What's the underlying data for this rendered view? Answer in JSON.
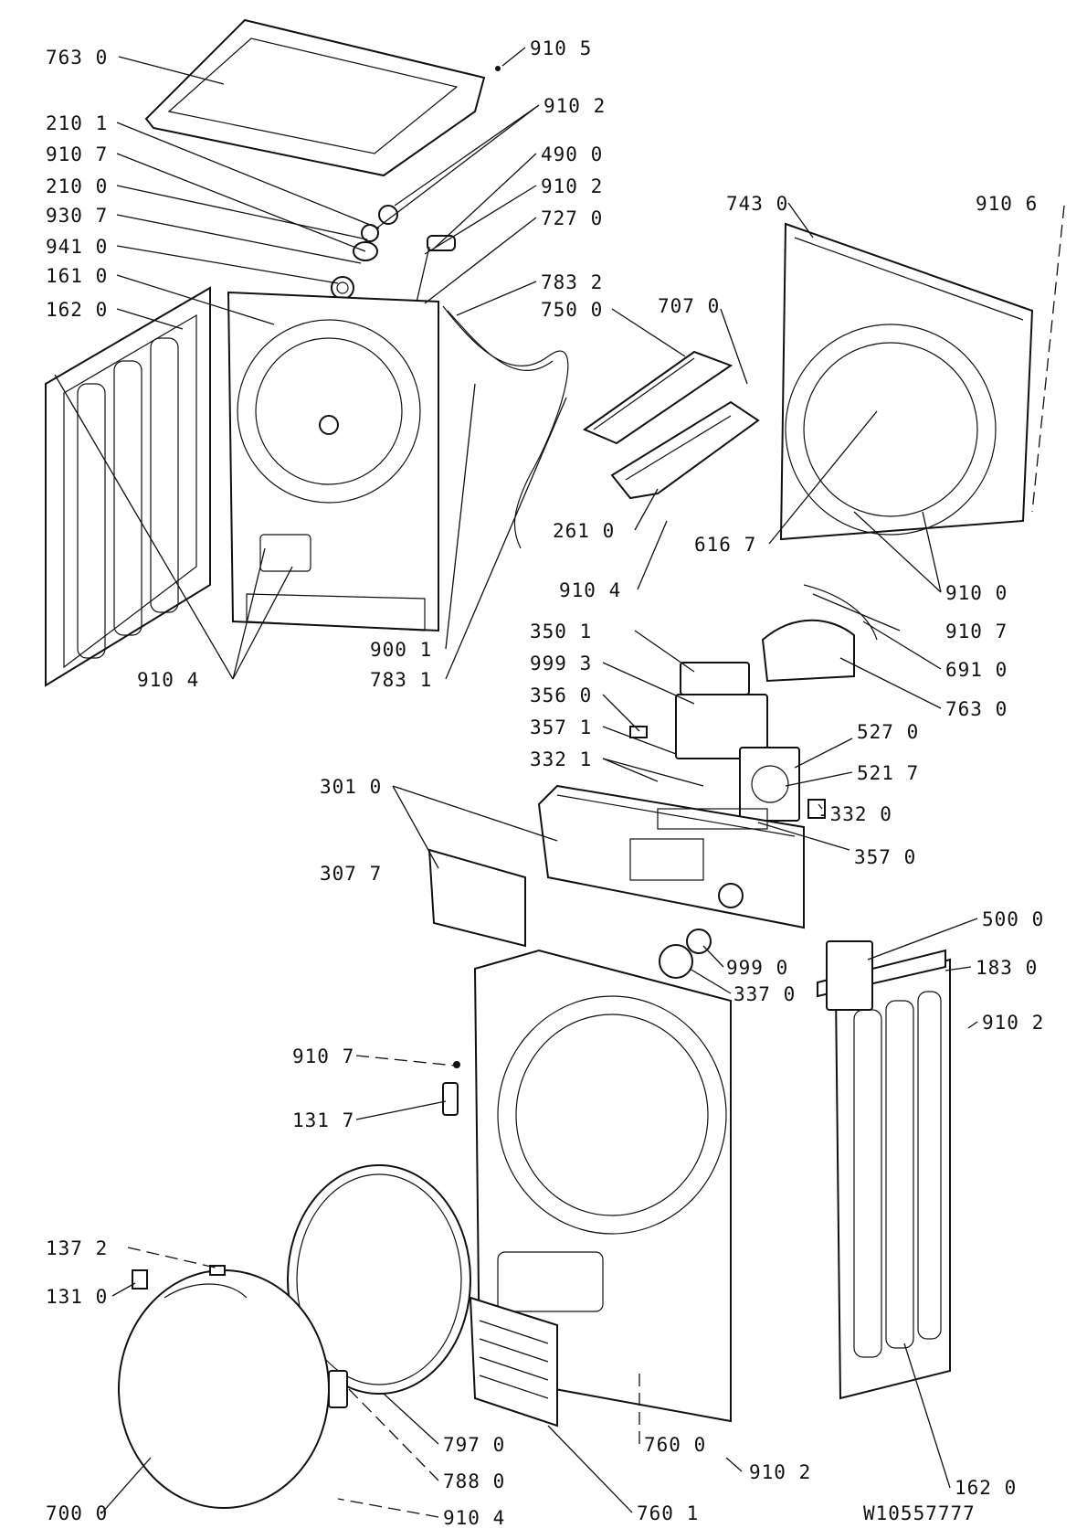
{
  "labels": [
    {
      "id": "l-763-0-top",
      "text": "763 0"
    },
    {
      "id": "l-910-5",
      "text": "910 5"
    },
    {
      "id": "l-910-2-a",
      "text": "910 2"
    },
    {
      "id": "l-210-1",
      "text": "210 1"
    },
    {
      "id": "l-910-7",
      "text": "910 7"
    },
    {
      "id": "l-210-0",
      "text": "210 0"
    },
    {
      "id": "l-930-7",
      "text": "930 7"
    },
    {
      "id": "l-941-0",
      "text": "941 0"
    },
    {
      "id": "l-161-0",
      "text": "161 0"
    },
    {
      "id": "l-162-0-left",
      "text": "162 0"
    },
    {
      "id": "l-490-0",
      "text": "490 0"
    },
    {
      "id": "l-910-2-b",
      "text": "910 2"
    },
    {
      "id": "l-727-0",
      "text": "727 0"
    },
    {
      "id": "l-783-2",
      "text": "783 2"
    },
    {
      "id": "l-707-0",
      "text": "707 0"
    },
    {
      "id": "l-750-0",
      "text": "750 0"
    },
    {
      "id": "l-743-0",
      "text": "743 0"
    },
    {
      "id": "l-910-6",
      "text": "910 6"
    },
    {
      "id": "l-261-0",
      "text": "261 0"
    },
    {
      "id": "l-616-7",
      "text": "616 7"
    },
    {
      "id": "l-910-4-mid",
      "text": "910 4"
    },
    {
      "id": "l-910-0",
      "text": "910 0"
    },
    {
      "id": "l-910-7-b",
      "text": "910 7"
    },
    {
      "id": "l-691-0",
      "text": "691 0"
    },
    {
      "id": "l-763-0-mid",
      "text": "763 0"
    },
    {
      "id": "l-900-1",
      "text": "900 1"
    },
    {
      "id": "l-783-1",
      "text": "783 1"
    },
    {
      "id": "l-910-4-left",
      "text": "910 4"
    },
    {
      "id": "l-350-1",
      "text": "350 1"
    },
    {
      "id": "l-999-3",
      "text": "999 3"
    },
    {
      "id": "l-356-0",
      "text": "356 0"
    },
    {
      "id": "l-357-1",
      "text": "357 1"
    },
    {
      "id": "l-332-1",
      "text": "332 1"
    },
    {
      "id": "l-527-0",
      "text": "527 0"
    },
    {
      "id": "l-521-7",
      "text": "521 7"
    },
    {
      "id": "l-332-0",
      "text": "-332 0"
    },
    {
      "id": "l-357-0",
      "text": "357 0"
    },
    {
      "id": "l-301-0",
      "text": "301 0"
    },
    {
      "id": "l-307-7",
      "text": "307 7"
    },
    {
      "id": "l-500-0",
      "text": "500 0"
    },
    {
      "id": "l-999-0",
      "text": "999 0"
    },
    {
      "id": "l-183-0",
      "text": "183 0"
    },
    {
      "id": "l-337-0",
      "text": "337 0"
    },
    {
      "id": "l-910-2-c",
      "text": "910 2"
    },
    {
      "id": "l-910-7-c",
      "text": "910 7"
    },
    {
      "id": "l-131-7",
      "text": "131 7"
    },
    {
      "id": "l-137-2",
      "text": "137 2"
    },
    {
      "id": "l-131-0",
      "text": "131 0"
    },
    {
      "id": "l-797-0",
      "text": "797 0"
    },
    {
      "id": "l-760-0",
      "text": "760 0"
    },
    {
      "id": "l-910-2-d",
      "text": "910 2"
    },
    {
      "id": "l-162-0-right",
      "text": "162 0"
    },
    {
      "id": "l-700-0",
      "text": "700 0"
    },
    {
      "id": "l-788-0",
      "text": "788 0"
    },
    {
      "id": "l-760-1",
      "text": "760 1"
    },
    {
      "id": "l-910-4-bot",
      "text": "910 4"
    }
  ],
  "drawing_id": "W10557777"
}
